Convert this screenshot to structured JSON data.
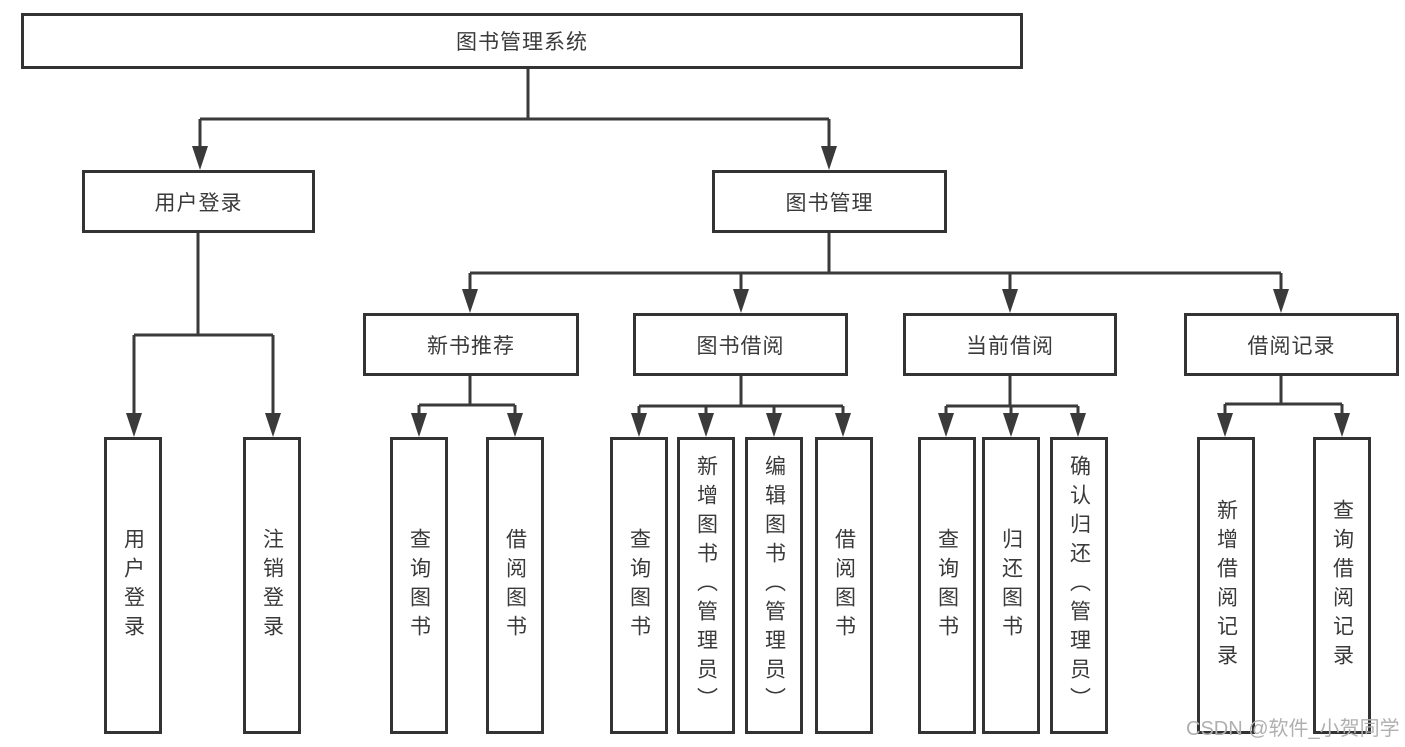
{
  "tree": {
    "label": "图书管理系统",
    "children": [
      {
        "label": "用户登录",
        "children": [
          {
            "label": "用户登录"
          },
          {
            "label": "注销登录"
          }
        ]
      },
      {
        "label": "图书管理",
        "children": [
          {
            "label": "新书推荐",
            "children": [
              {
                "label": "查询图书"
              },
              {
                "label": "借阅图书"
              }
            ]
          },
          {
            "label": "图书借阅",
            "children": [
              {
                "label": "查询图书"
              },
              {
                "label": "新增图书（管理员）"
              },
              {
                "label": "编辑图书（管理员）"
              },
              {
                "label": "借阅图书"
              }
            ]
          },
          {
            "label": "当前借阅",
            "children": [
              {
                "label": "查询图书"
              },
              {
                "label": "归还图书"
              },
              {
                "label": "确认归还（管理员）"
              }
            ]
          },
          {
            "label": "借阅记录",
            "children": [
              {
                "label": "新增借阅记录"
              },
              {
                "label": "查询借阅记录"
              }
            ]
          }
        ]
      }
    ]
  },
  "watermark": {
    "text": "CSDN @软件_小贺同学"
  },
  "colors": {
    "line": "#3a3a3a",
    "box_border": "#333333",
    "text": "#3a3a3a",
    "watermark": "#b0b0b0",
    "background": "#ffffff"
  }
}
